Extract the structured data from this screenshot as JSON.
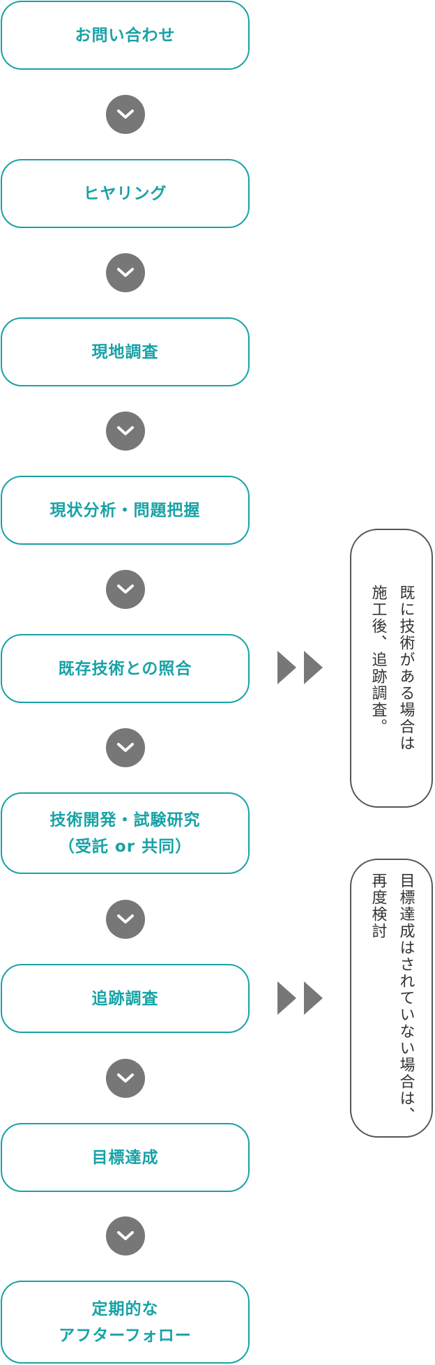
{
  "flow": {
    "steps": [
      {
        "lines": [
          "お問い合わせ"
        ]
      },
      {
        "lines": [
          "ヒヤリング"
        ]
      },
      {
        "lines": [
          "現地調査"
        ]
      },
      {
        "lines": [
          "現状分析・問題把握"
        ]
      },
      {
        "lines": [
          "既存技術との照合"
        ]
      },
      {
        "lines": [
          "技術開発・試験研究",
          "（受託 or 共同）"
        ]
      },
      {
        "lines": [
          "追跡調査"
        ]
      },
      {
        "lines": [
          "目標達成"
        ]
      },
      {
        "lines": [
          "定期的な",
          "アフターフォロー"
        ]
      }
    ]
  },
  "notes": [
    {
      "lines": [
        "既に技術がある場合は",
        "施工後、追跡調査。"
      ]
    },
    {
      "lines": [
        "目標達成はされていない場合は、",
        "再度検討"
      ]
    }
  ],
  "colors": {
    "accent": "#17a2a6",
    "chevron_circle": "#777777",
    "arrow": "#777777",
    "note_border": "#555555",
    "note_text": "#333333"
  },
  "icons": {
    "between_steps": "chevron-down-icon",
    "to_note": "double-triangle-right-icon"
  }
}
